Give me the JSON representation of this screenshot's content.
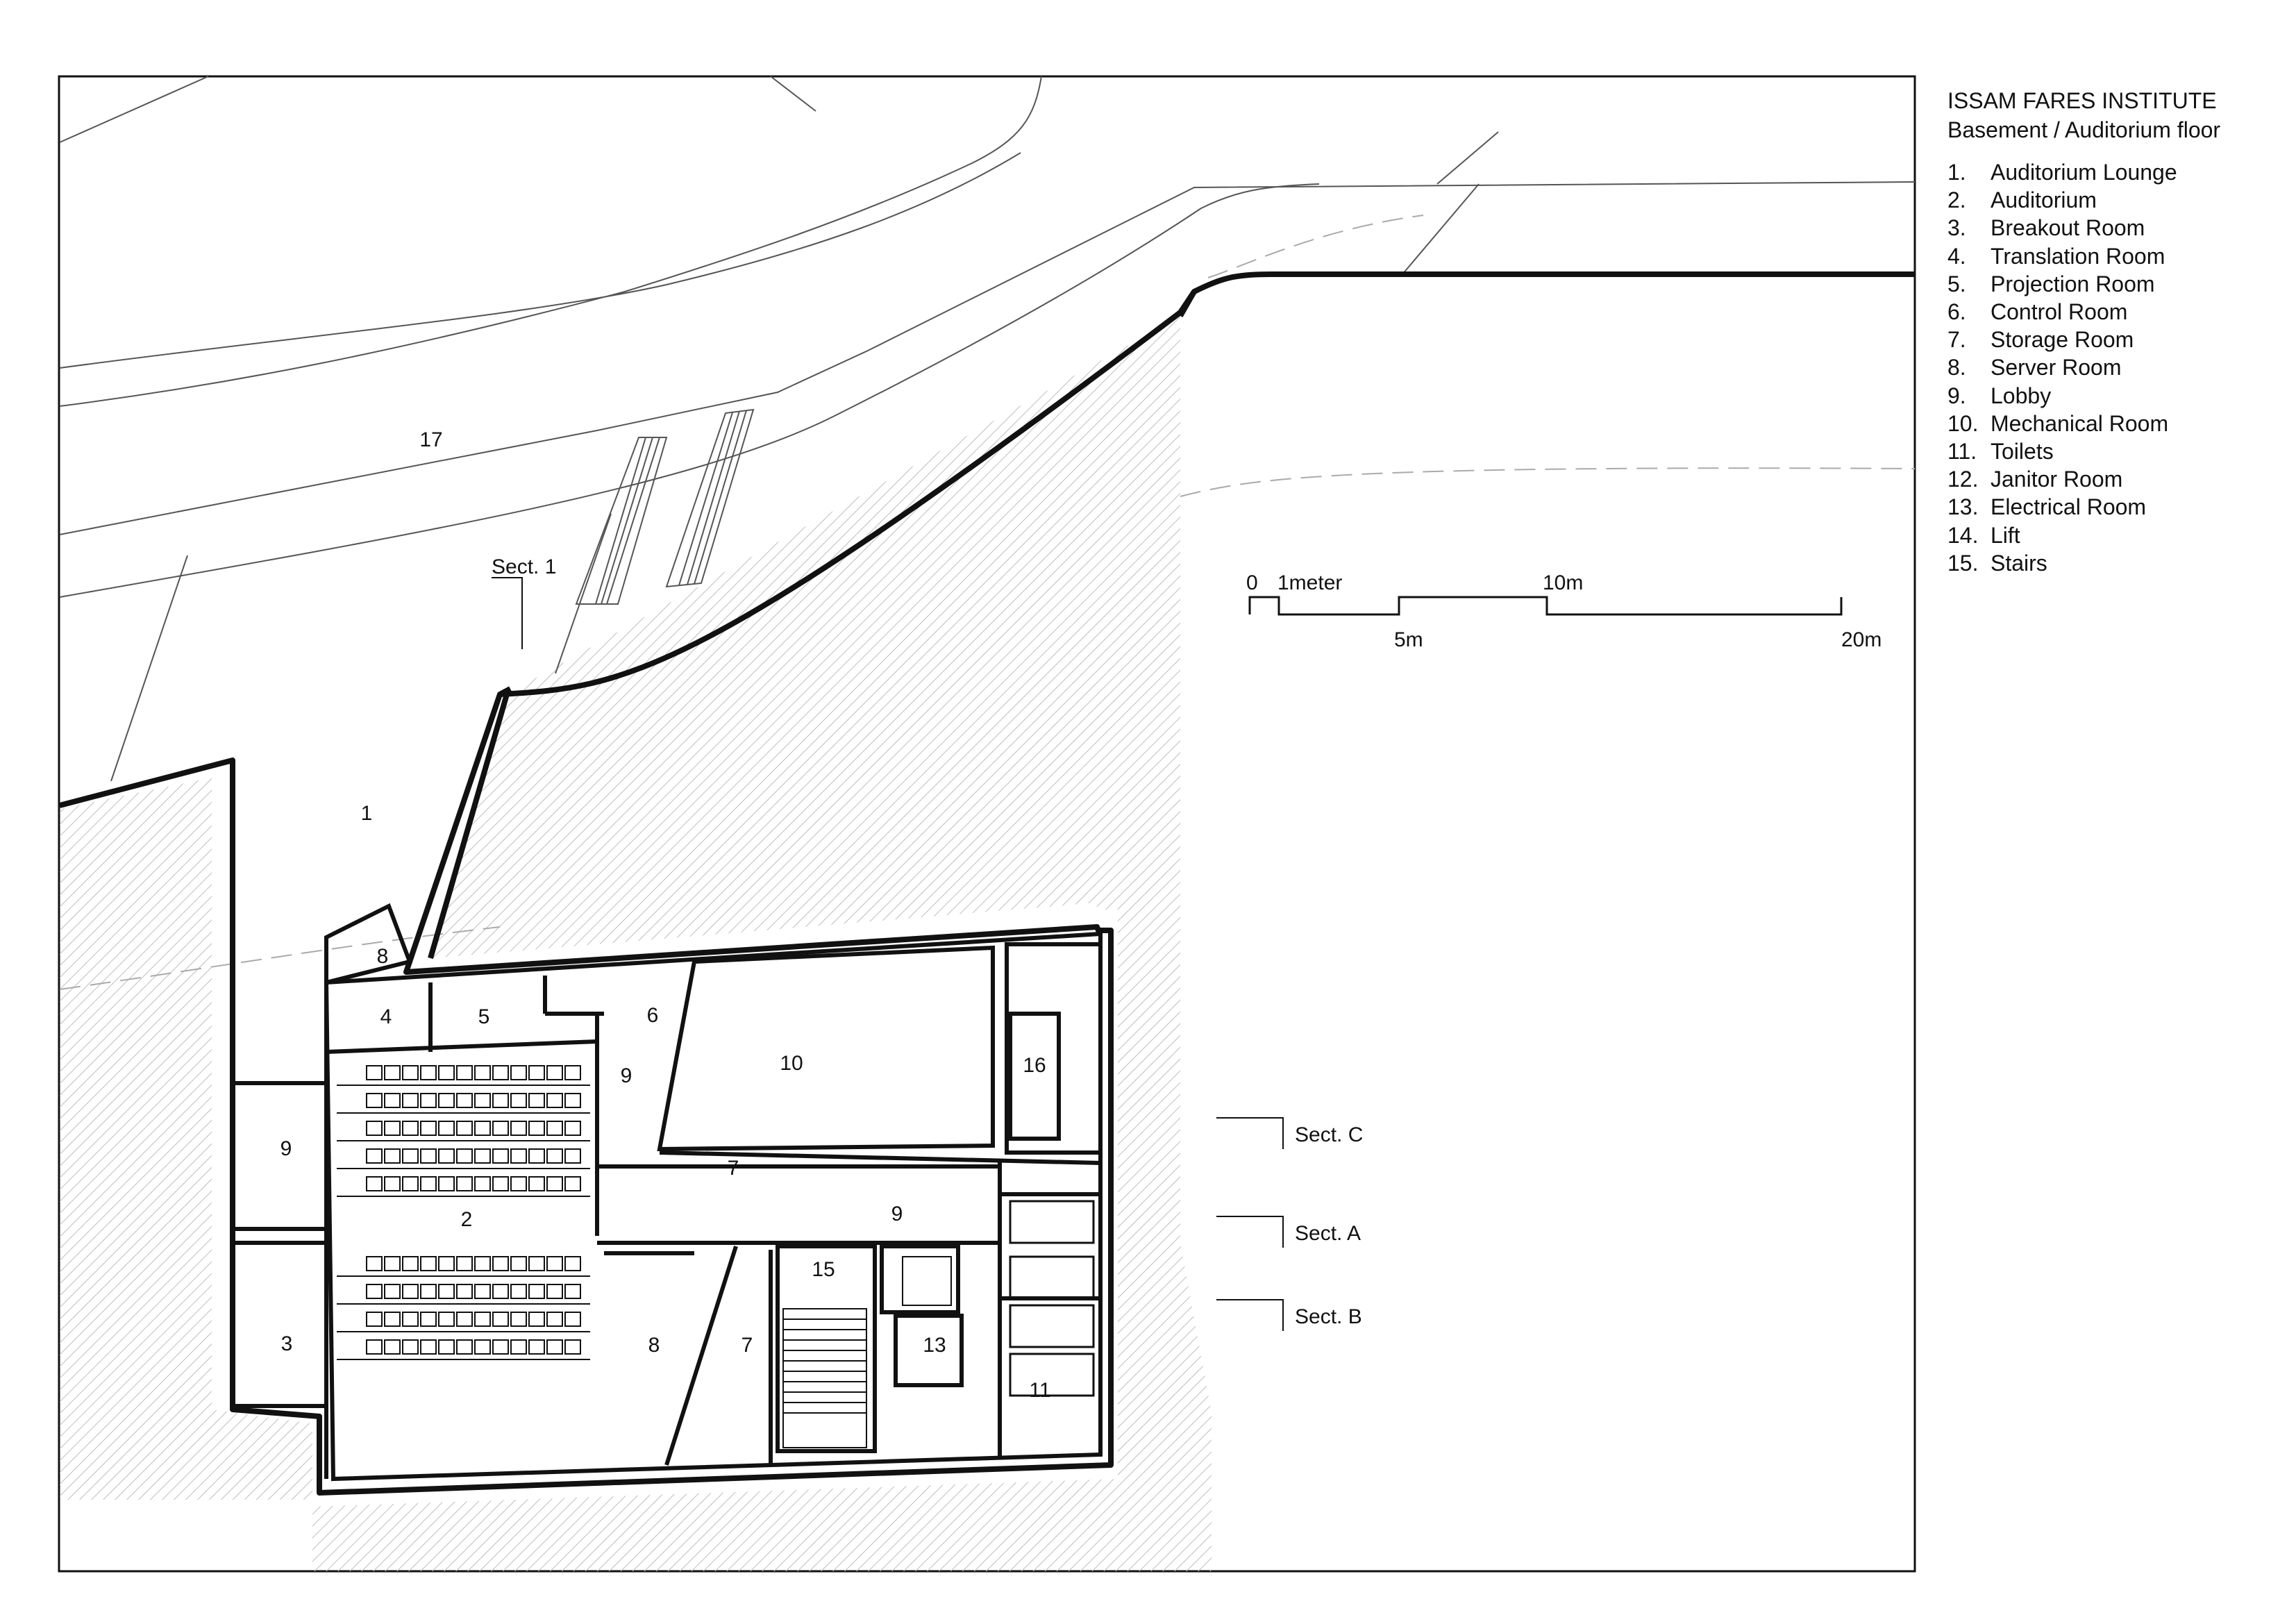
{
  "header": {
    "title": "ISSAM FARES INSTITUTE",
    "subtitle": "Basement / Auditorium  floor"
  },
  "legend": [
    {
      "num": "1.",
      "label": "Auditorium Lounge"
    },
    {
      "num": "2.",
      "label": "Auditorium"
    },
    {
      "num": "3.",
      "label": "Breakout Room"
    },
    {
      "num": "4.",
      "label": "Translation Room"
    },
    {
      "num": "5.",
      "label": "Projection Room"
    },
    {
      "num": "6.",
      "label": "Control Room"
    },
    {
      "num": "7.",
      "label": "Storage Room"
    },
    {
      "num": "8.",
      "label": "Server Room"
    },
    {
      "num": "9.",
      "label": "Lobby"
    },
    {
      "num": "10.",
      "label": "Mechanical Room"
    },
    {
      "num": "11.",
      "label": "Toilets"
    },
    {
      "num": "12.",
      "label": "Janitor Room"
    },
    {
      "num": "13.",
      "label": "Electrical Room"
    },
    {
      "num": "14.",
      "label": "Lift"
    },
    {
      "num": "15.",
      "label": "Stairs"
    }
  ],
  "scale_bar": {
    "labels": {
      "zero": "0",
      "one": "1meter",
      "five": "5m",
      "ten": "10m",
      "twenty": "20m"
    }
  },
  "sections": {
    "s1": "Sect. 1",
    "sc": "Sect. C",
    "sa": "Sect. A",
    "sb": "Sect. B"
  },
  "rooms": {
    "r1": "1",
    "r2": "2",
    "r3": "3",
    "r4": "4",
    "r5": "5",
    "r6": "6",
    "r7a": "7",
    "r7b": "7",
    "r8a": "8",
    "r8b": "8",
    "r9a": "9",
    "r9b": "9",
    "r9c": "9",
    "r10": "10",
    "r11": "11",
    "r13": "13",
    "r15": "15",
    "r16": "16",
    "r17": "17"
  },
  "colors": {
    "line": "#111111",
    "hatch": "#b8b8b8",
    "light": "#888888"
  }
}
